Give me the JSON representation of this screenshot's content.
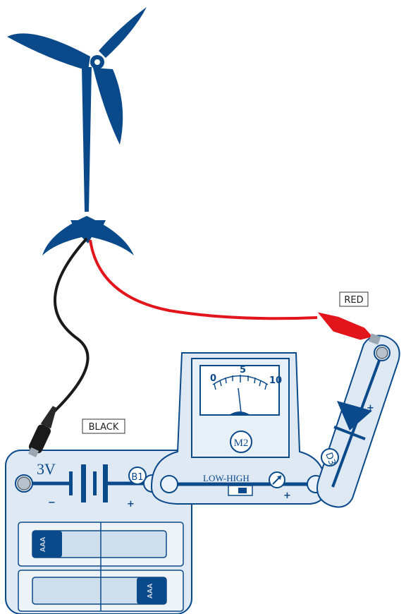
{
  "wire_labels": {
    "black": "BLACK",
    "red": "RED"
  },
  "battery_holder": {
    "voltage": "3V",
    "id": "B1",
    "minus": "−",
    "plus": "+",
    "cell_label": "AAA"
  },
  "meter": {
    "id": "M2",
    "scale_0": "0",
    "scale_5": "5",
    "scale_10": "10",
    "switch_label": "LOW-HIGH",
    "plus": "+"
  },
  "led": {
    "id": "D3",
    "plus": "+"
  },
  "colors": {
    "part_blue": "#0b4a8a",
    "panel": "#dfe9f3",
    "red_wire": "#e3151c",
    "black_wire": "#1a1a1a"
  }
}
